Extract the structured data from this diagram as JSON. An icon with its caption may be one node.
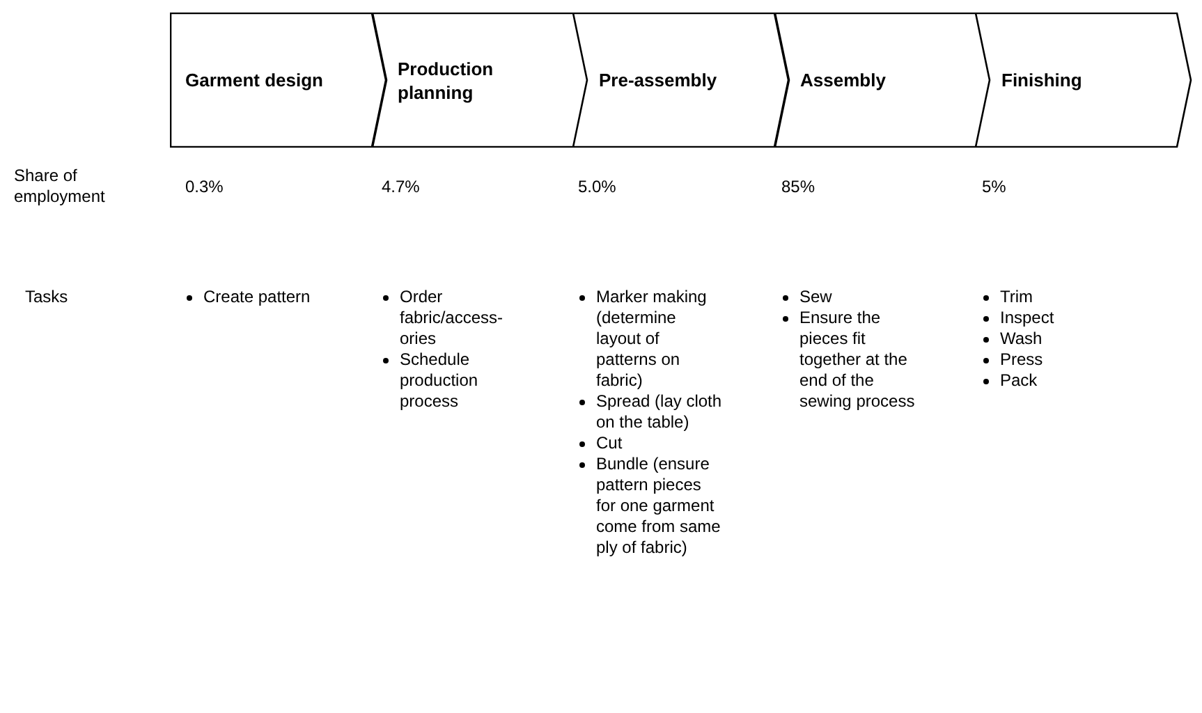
{
  "diagram": {
    "nodes": [
      {
        "text": [
          "Garment design"
        ]
      },
      {
        "text": [
          "Production planning"
        ]
      },
      {
        "text": [
          "Pre-assembly"
        ]
      },
      {
        "text": [
          "Assembly"
        ]
      },
      {
        "text": [
          "Finishing"
        ]
      }
    ],
    "labels": [
      "Share of employment",
      "0.3%",
      "4.7%",
      "5.0%",
      "85%",
      "5%",
      "Tasks",
      "Create pattern",
      "Order fabric/access-ories",
      "Schedule production process",
      "Marker making (determine layout of patterns on fabric)",
      "Spread (lay cloth on the table)",
      "Cut",
      "Bundle (ensure pattern pieces for one garment come from same ply of fabric)",
      "Sew",
      "Ensure the pieces fit together at the end of the sewing process",
      "Trim",
      "Inspect",
      "Wash",
      "Press",
      "Pack"
    ]
  }
}
